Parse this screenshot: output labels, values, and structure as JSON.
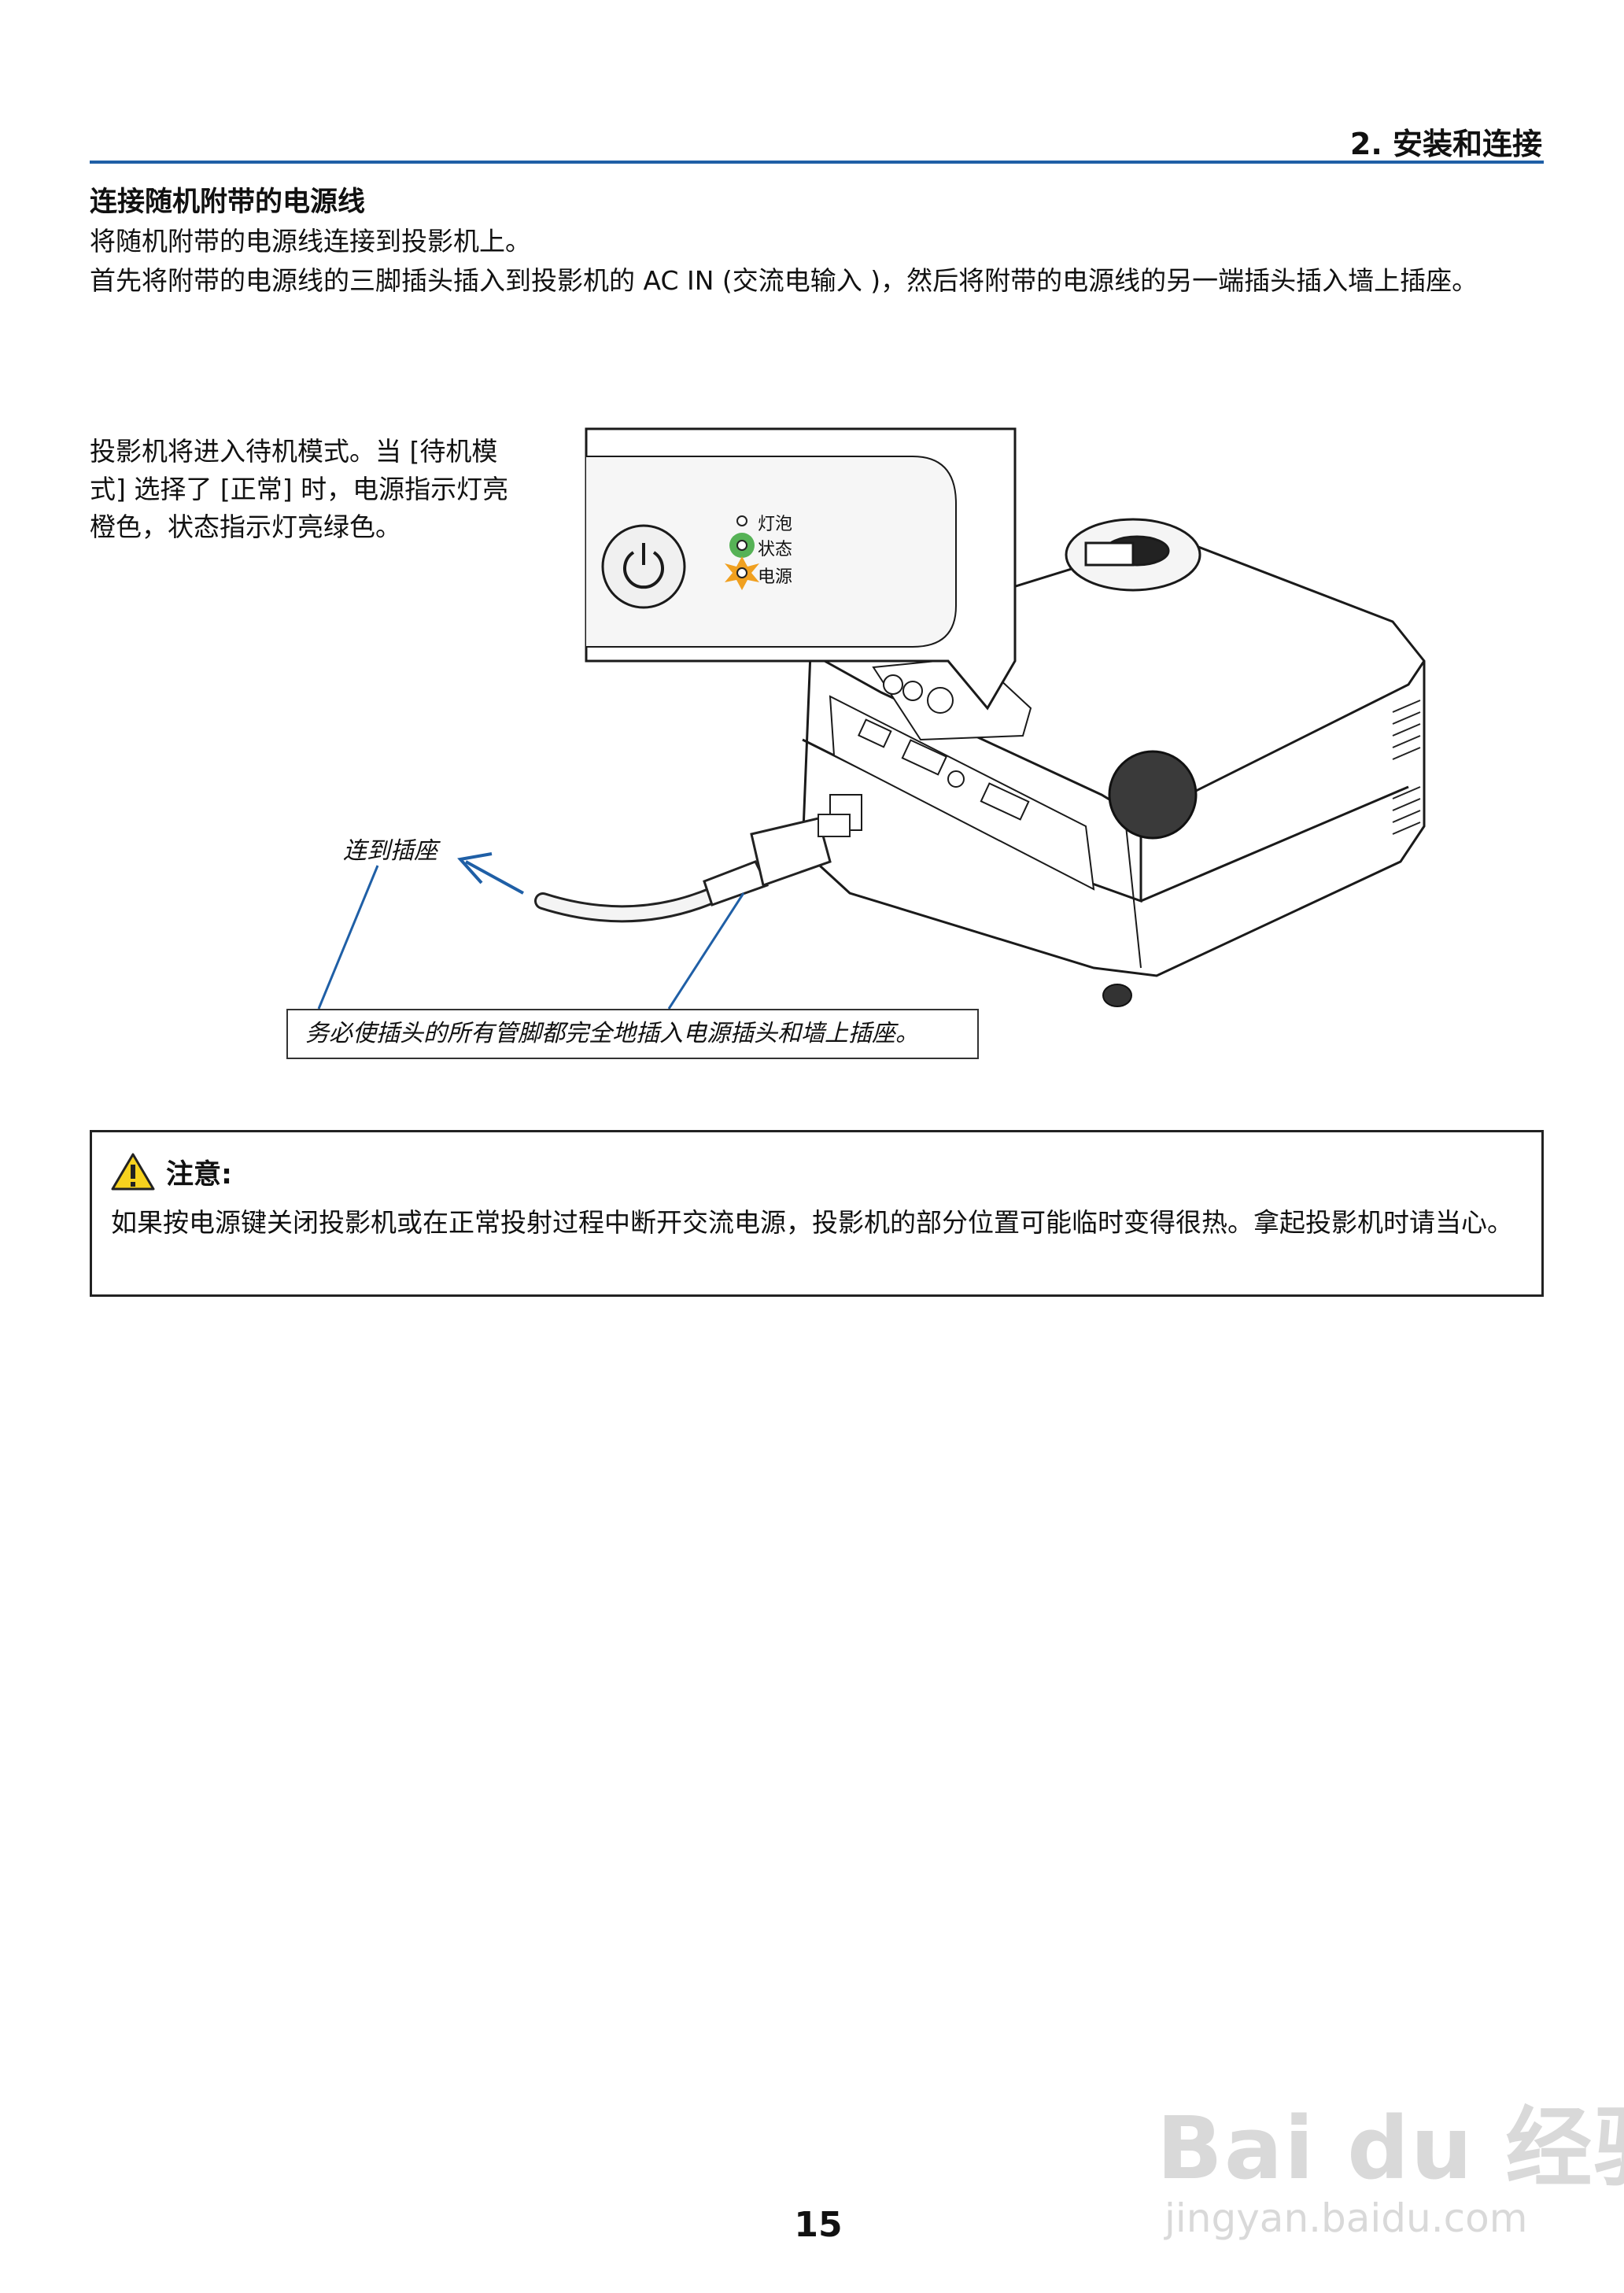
{
  "header": {
    "section_title": "2. 安装和连接"
  },
  "section": {
    "heading": "连接随机附带的电源线",
    "paragraph1": "将随机附带的电源线连接到投影机上。",
    "paragraph2": "首先将附带的电源线的三脚插头插入到投影机的 AC IN (交流电输入 )，然后将附带的电源线的另一端插头插入墙上插座。"
  },
  "figure": {
    "standby_note": "投影机将进入待机模式。当 [待机模式] 选择了 [正常] 时，电源指示灯亮橙色，状态指示灯亮绿色。",
    "indicators": {
      "lamp": "灯泡",
      "status": "状态",
      "power": "电源"
    },
    "outlet_callout": "连到插座",
    "plug_note": "务必使插头的所有管脚都完全地插入电源插头和墙上插座。",
    "colors": {
      "status_led": "#3aa63a",
      "power_led": "#f0a020",
      "callout_line": "#1f5fa6"
    }
  },
  "caution": {
    "title": "注意:",
    "text": "如果按电源键关闭投影机或在正常投射过程中断开交流电源，投影机的部分位置可能临时变得很热。拿起投影机时请当心。"
  },
  "page_number": "15",
  "watermark": {
    "brand": "Bai du 经验",
    "url": "jingyan.baidu.com"
  }
}
